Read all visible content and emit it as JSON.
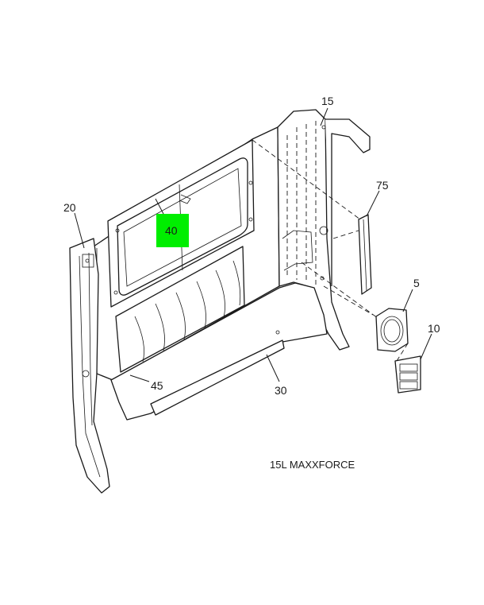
{
  "caption": "15L MAXXFORCE",
  "highlight_color": "#00ee00",
  "callouts": {
    "c15": "15",
    "c20": "20",
    "c40": "40",
    "c75": "75",
    "c5": "5",
    "c10": "10",
    "c45": "45",
    "c30": "30"
  }
}
